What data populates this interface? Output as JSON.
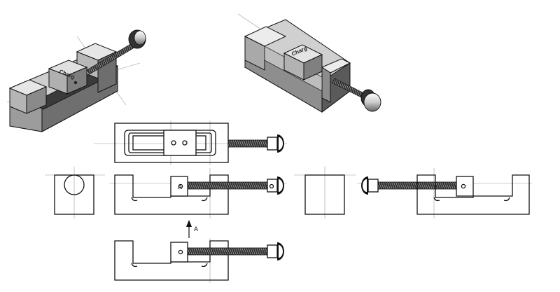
{
  "views": {
    "section_label": "A",
    "detail_label": "A",
    "brand_text": "Charg"
  },
  "colors": {
    "body_light": "#d9d9d9",
    "body_mid": "#a8a8a8",
    "body_dark": "#4a4a4a",
    "screw": "#222222",
    "line": "#111111"
  }
}
